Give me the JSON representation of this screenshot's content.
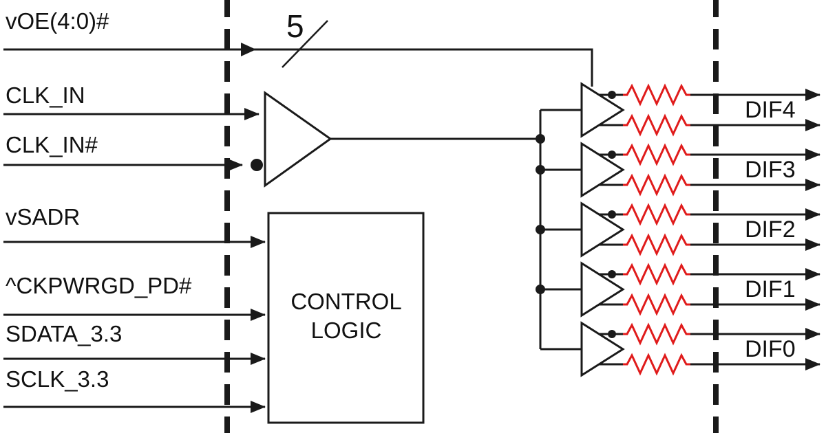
{
  "diagram": {
    "background": "#ffffff",
    "line_color": "#1a1a1a",
    "resistor_color": "#e01b1b",
    "bus_width_label": "5",
    "control_block": {
      "line1": "CONTROL",
      "line2": "LOGIC"
    },
    "inputs": {
      "voe": {
        "label": "vOE(4:0)#"
      },
      "clk_in": {
        "label": "CLK_IN"
      },
      "clk_in_b": {
        "label": "CLK_IN#"
      },
      "vsadr": {
        "label": "vSADR"
      },
      "ckpwrgd_pd": {
        "label": "^CKPWRGD_PD#"
      },
      "sdata": {
        "label": "SDATA_3.3"
      },
      "sclk": {
        "label": "SCLK_3.3"
      }
    },
    "outputs": {
      "dif4": {
        "label": "DIF4"
      },
      "dif3": {
        "label": "DIF3"
      },
      "dif2": {
        "label": "DIF2"
      },
      "dif1": {
        "label": "DIF1"
      },
      "dif0": {
        "label": "DIF0"
      }
    }
  }
}
